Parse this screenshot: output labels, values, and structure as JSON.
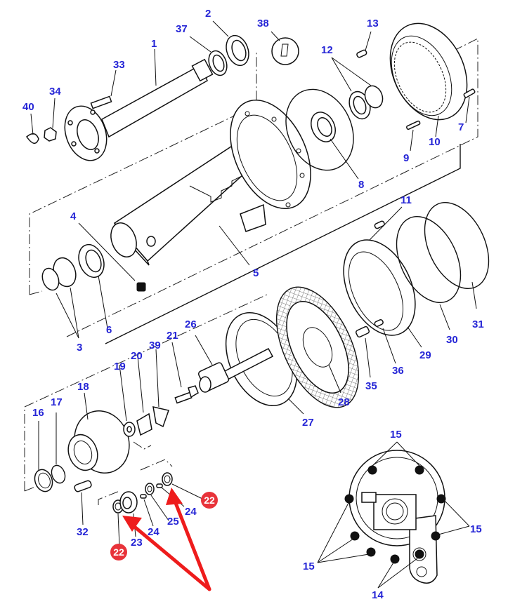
{
  "diagram": {
    "title": "Final drive / brake assembly exploded parts diagram",
    "label_color": "#2525d6",
    "highlight_color": "#e8333a",
    "arrow_color": "#ee1c1c",
    "labels": {
      "p1": "1",
      "p2": "2",
      "p3": "3",
      "p4": "4",
      "p5": "5",
      "p6": "6",
      "p7": "7",
      "p8": "8",
      "p9": "9",
      "p10": "10",
      "p11": "11",
      "p12": "12",
      "p13": "13",
      "p14": "14",
      "p15a": "15",
      "p15b": "15",
      "p15c": "15",
      "p16": "16",
      "p17": "17",
      "p18": "18",
      "p19": "19",
      "p20": "20",
      "p21": "21",
      "p23": "23",
      "p24a": "24",
      "p24b": "24",
      "p25": "25",
      "p26": "26",
      "p27": "27",
      "p28": "28",
      "p29": "29",
      "p30": "30",
      "p31": "31",
      "p32": "32",
      "p33": "33",
      "p34": "34",
      "p35": "35",
      "p36": "36",
      "p37": "37",
      "p38": "38",
      "p39": "39",
      "p40": "40"
    },
    "highlighted_parts": [
      {
        "id": "22a",
        "label": "22"
      },
      {
        "id": "22b",
        "label": "22"
      }
    ],
    "arrows": [
      {
        "name": "arrow-to-washer-22-lower",
        "target_part": "22"
      },
      {
        "name": "arrow-to-washer-22-upper",
        "target_part": "22"
      }
    ]
  }
}
